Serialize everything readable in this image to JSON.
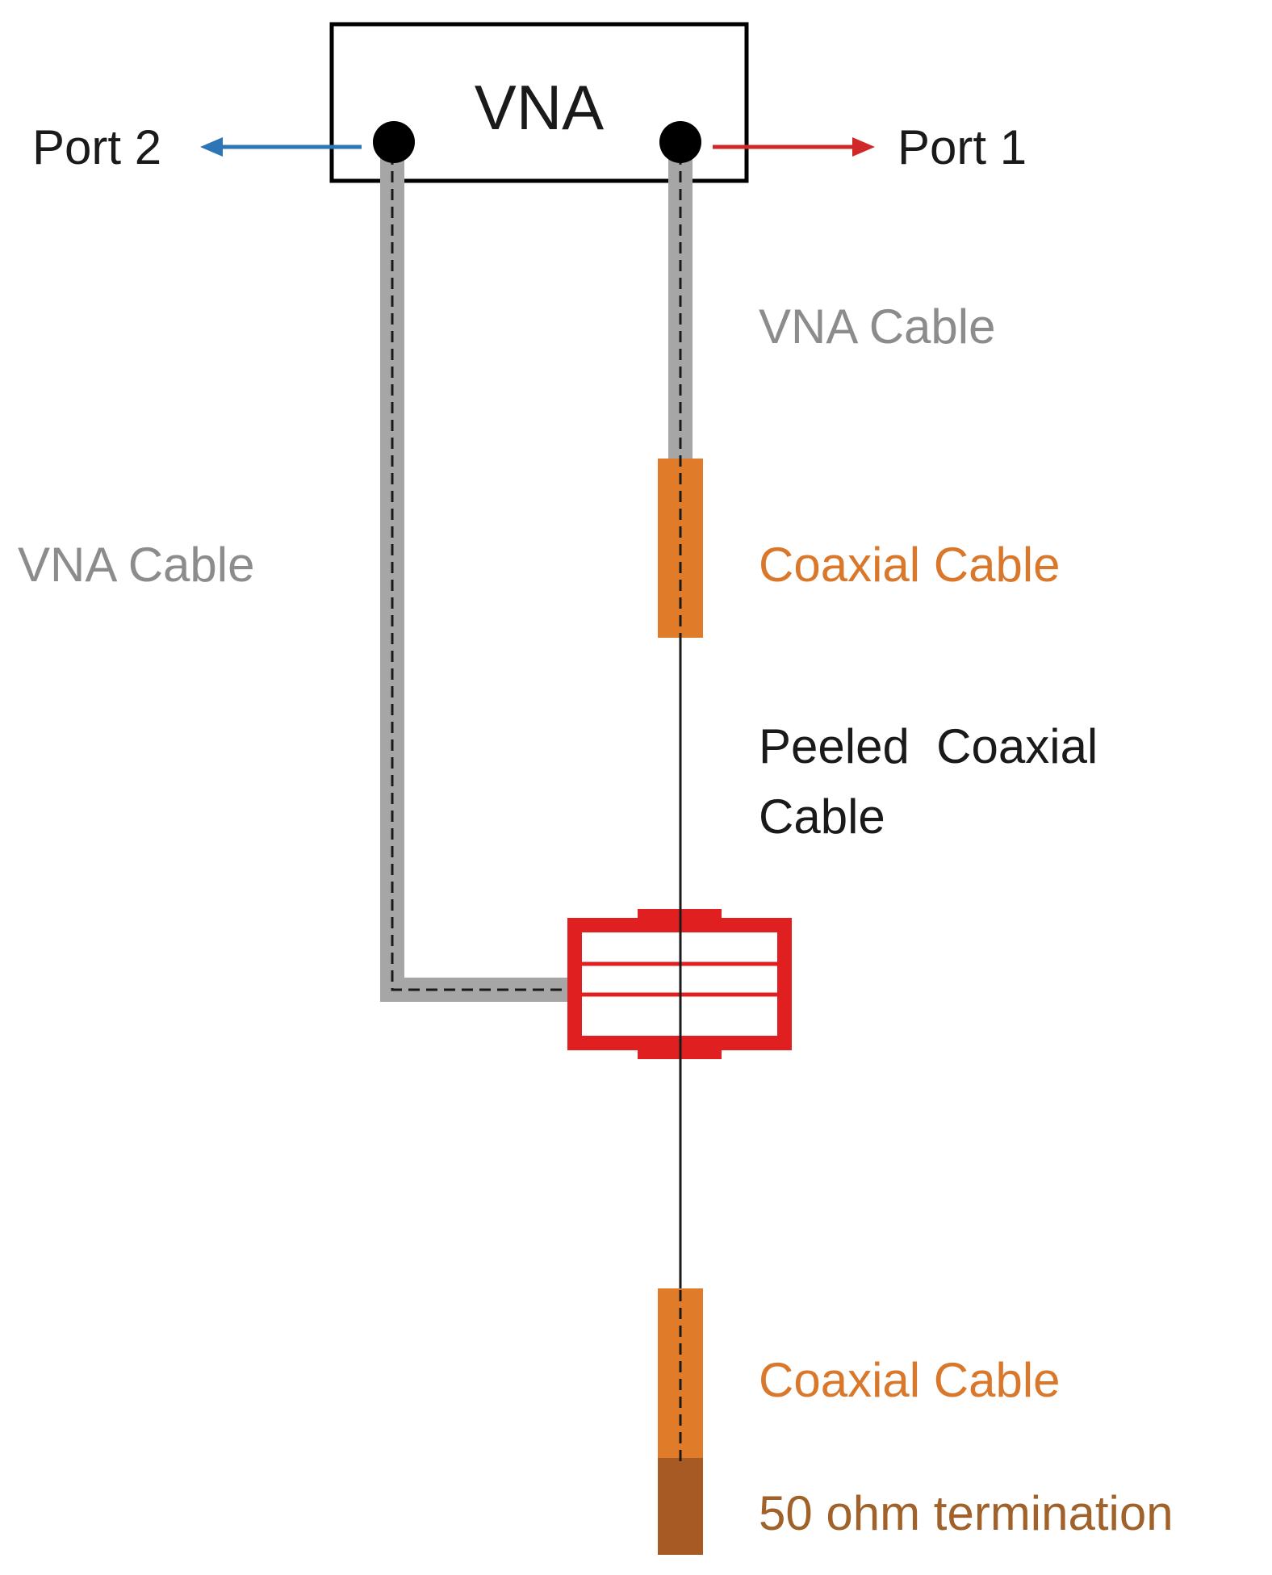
{
  "instrument": {
    "label": "VNA"
  },
  "ports": {
    "port2": {
      "label": "Port 2",
      "arrow_color": "#2e75b6"
    },
    "port1": {
      "label": "Port 1",
      "arrow_color": "#d02828"
    }
  },
  "cables": {
    "vna_cable_right": {
      "label": "VNA Cable",
      "color": "#a6a6a6",
      "text_color": "#8c8c8c"
    },
    "vna_cable_left": {
      "label": "VNA Cable",
      "color": "#a6a6a6",
      "text_color": "#8c8c8c"
    },
    "coax_upper": {
      "label": "Coaxial Cable",
      "color": "#e07b2a",
      "text_color": "#d9772b"
    },
    "peeled": {
      "label_line1": "Peeled  Coaxial",
      "label_line2": "Cable",
      "text_color": "#1a1a1a"
    },
    "coax_lower": {
      "label": "Coaxial Cable",
      "color": "#e07b2a",
      "text_color": "#d9772b"
    },
    "termination": {
      "label": "50 ohm termination",
      "color": "#a85a24",
      "text_color": "#a0622a"
    }
  },
  "clamp": {
    "color": "#e02020"
  }
}
